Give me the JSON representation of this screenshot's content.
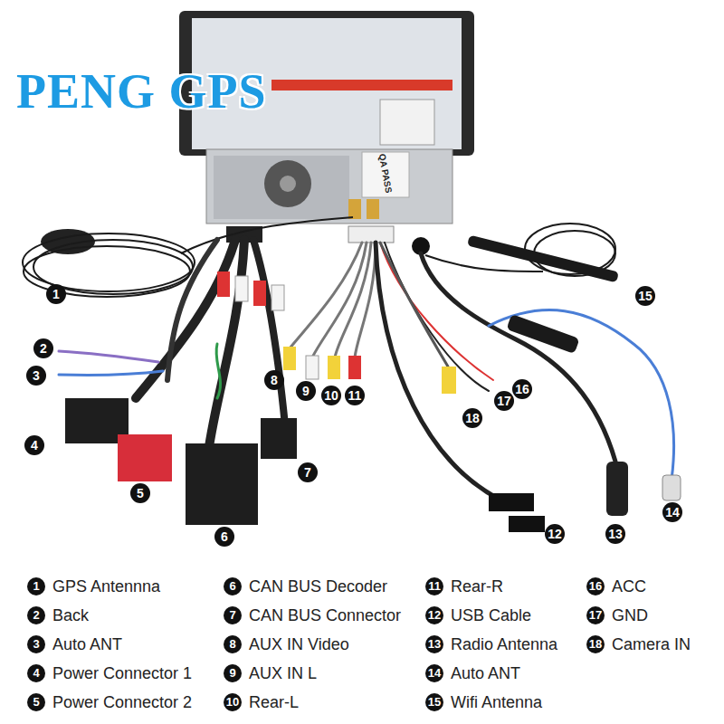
{
  "diagram": {
    "labels": [
      "PENG GPS",
      "1",
      "2",
      "3",
      "4",
      "5",
      "6",
      "7",
      "8",
      "9",
      "10",
      "11",
      "12",
      "13",
      "14",
      "15",
      "16",
      "17",
      "18",
      "1",
      "2",
      "3",
      "4",
      "5",
      "6",
      "7",
      "8",
      "9",
      "10",
      "11",
      "12",
      "13",
      "14",
      "15",
      "16",
      "17",
      "18",
      "QA PASS"
    ],
    "legend": [
      {
        "text": "GPS Antennna"
      },
      {
        "text": "Back"
      },
      {
        "text": "Auto ANT"
      },
      {
        "text": "Power Connector 1"
      },
      {
        "text": "Power Connector 2"
      },
      {
        "text": "CAN BUS Decoder"
      },
      {
        "text": "CAN BUS Connector"
      },
      {
        "text": "AUX IN Video"
      },
      {
        "text": "AUX IN L"
      },
      {
        "text": "Rear-L"
      },
      {
        "text": "Rear-R"
      },
      {
        "text": "USB Cable"
      },
      {
        "text": "Radio Antenna"
      },
      {
        "text": "Auto ANT"
      },
      {
        "text": "Wifi Antenna"
      },
      {
        "text": "ACC"
      },
      {
        "text": "GND"
      },
      {
        "text": "Camera IN"
      }
    ]
  }
}
